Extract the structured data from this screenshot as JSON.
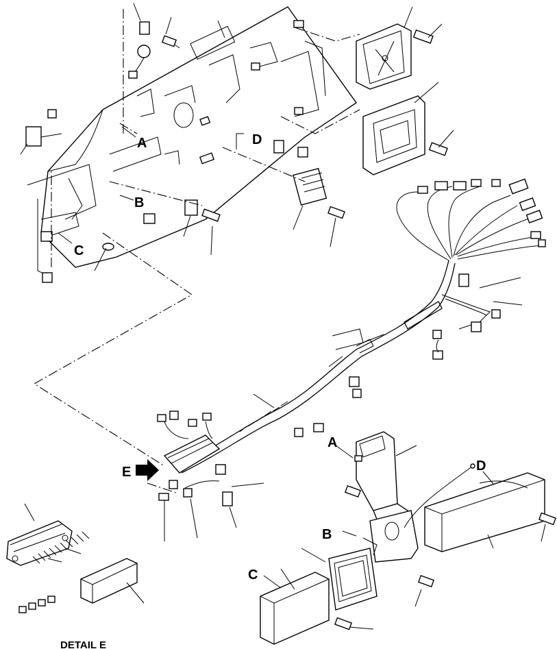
{
  "labels": {
    "a_top": "A",
    "b_top": "B",
    "c_top": "C",
    "d_top": "D",
    "e_arrow": "E",
    "a_bottom": "A",
    "b_bottom": "B",
    "c_bottom": "C",
    "d_bottom": "D"
  },
  "caption": "DETAIL  E"
}
